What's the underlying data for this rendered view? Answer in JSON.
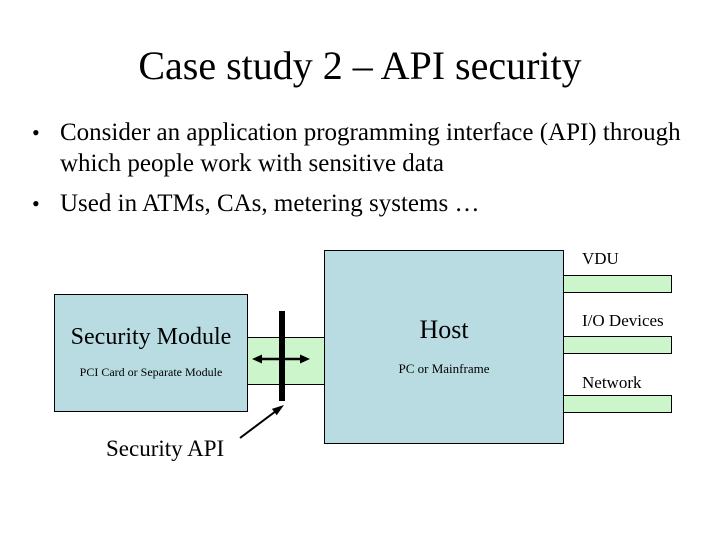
{
  "slide": {
    "title": "Case study 2 – API security",
    "bullet_marker": "•",
    "bullets": [
      {
        "text": "Consider an application programming interface (API) through which people work with sensitive data"
      },
      {
        "text": "Used in ATMs, CAs, metering systems …"
      }
    ]
  },
  "diagram": {
    "security_module": {
      "title": "Security Module",
      "subtitle": "PCI Card or Separate Module"
    },
    "host": {
      "title": "Host",
      "subtitle": "PC or Mainframe"
    },
    "api_label": "Security API",
    "peripherals": [
      {
        "label": "VDU"
      },
      {
        "label": "I/O Devices"
      },
      {
        "label": "Network"
      }
    ]
  },
  "colors": {
    "background": "#ffffff",
    "box_fill": "#b8dce2",
    "bus_fill": "#ccf5cc",
    "line": "#000000"
  }
}
